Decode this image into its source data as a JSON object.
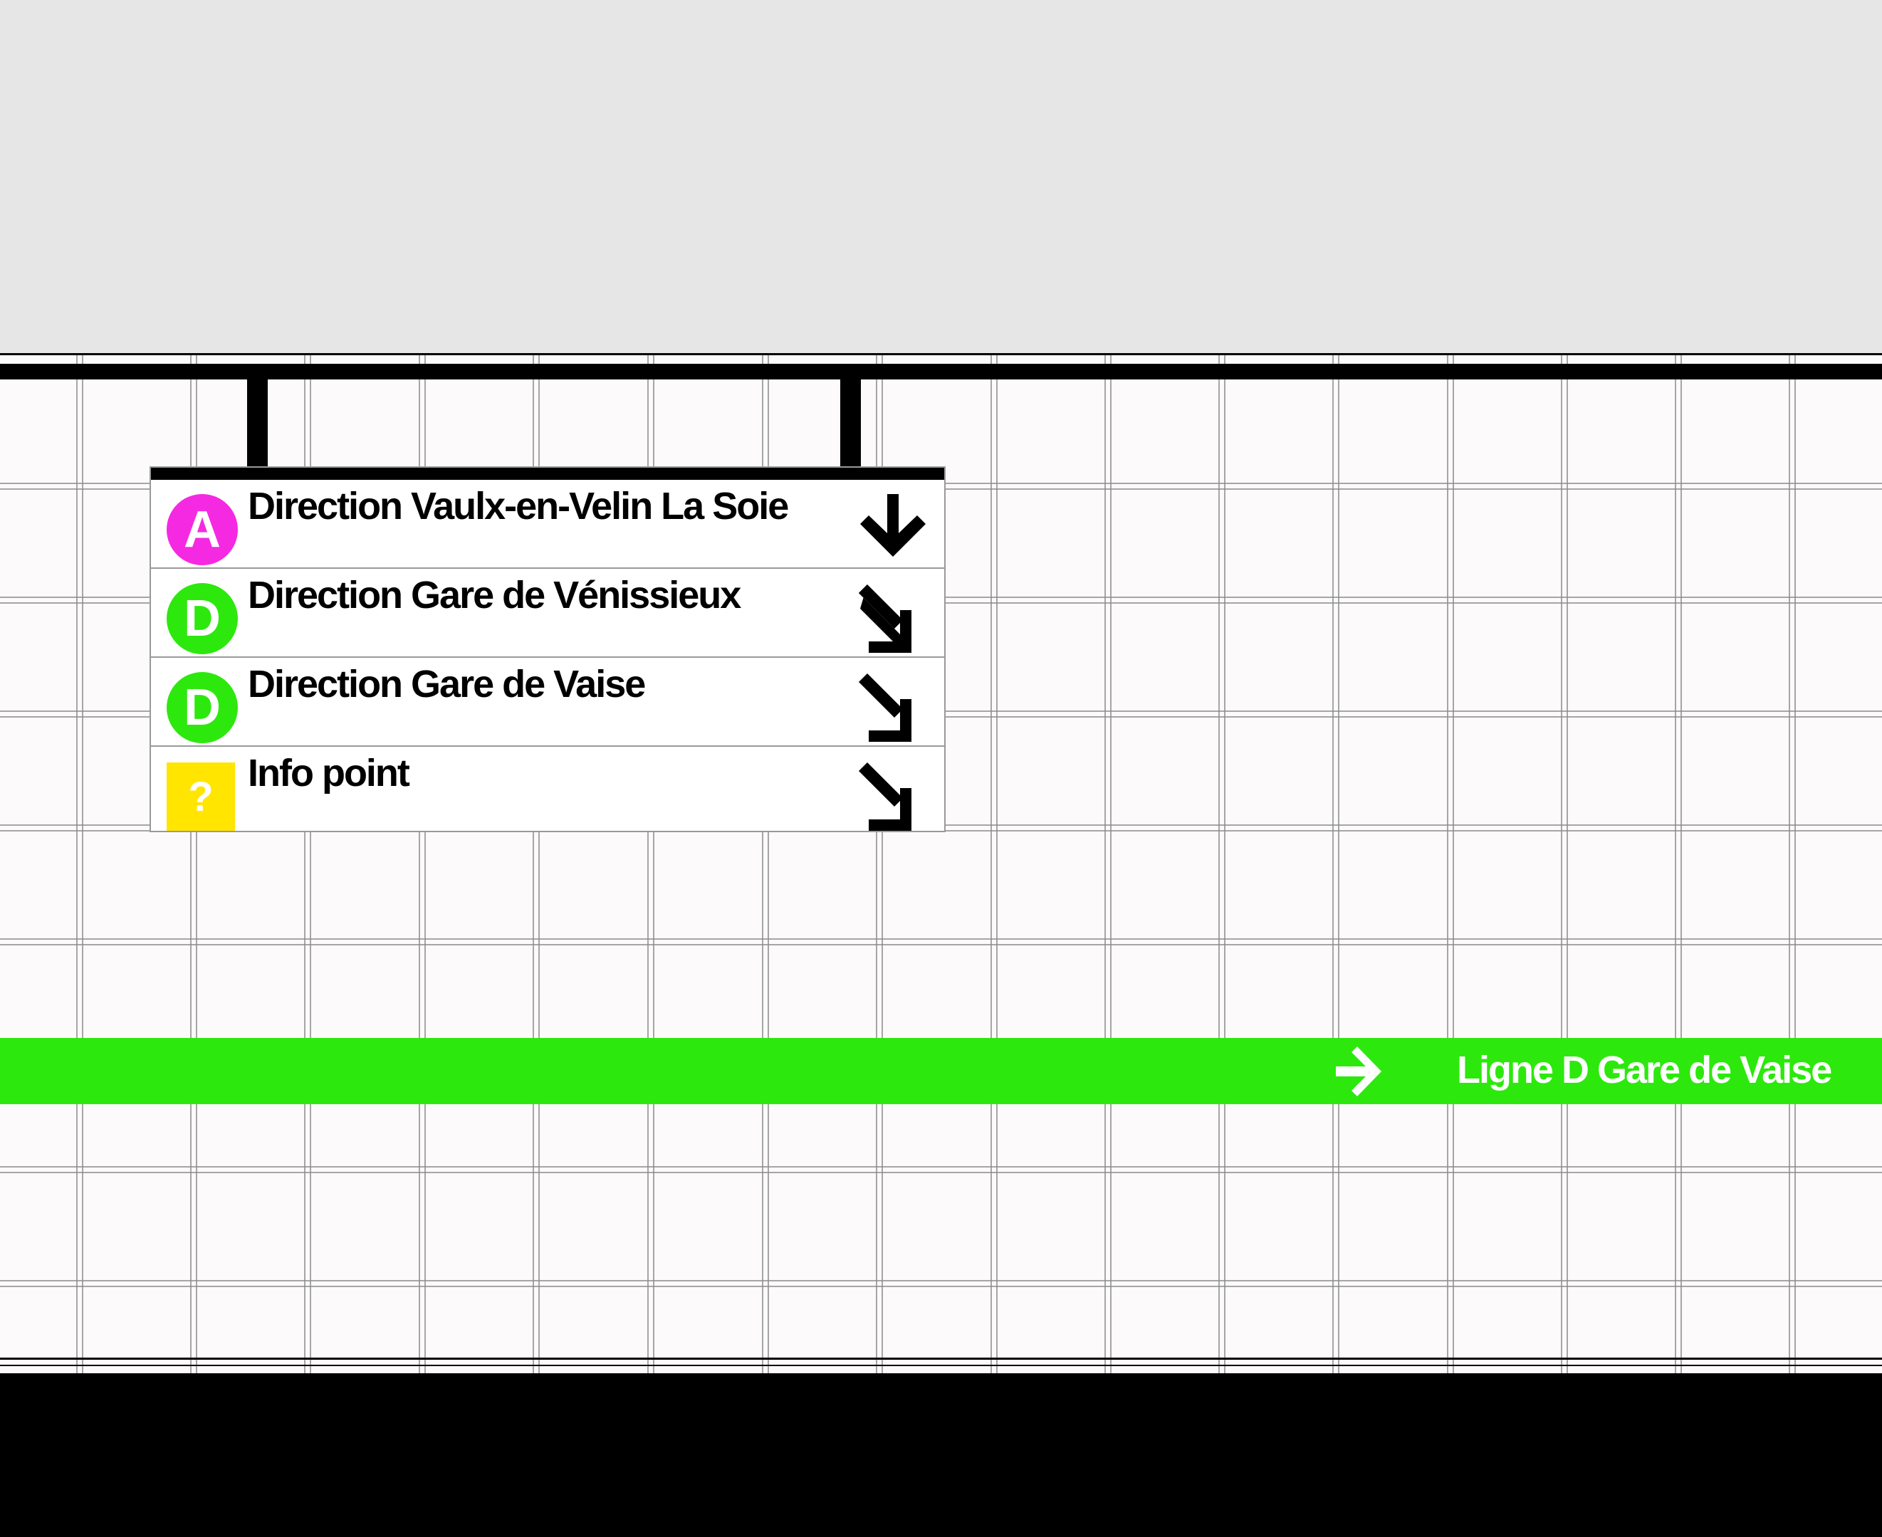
{
  "colors": {
    "line_a": "#f529e1",
    "line_d": "#2de80d",
    "info": "#ffe500",
    "band": "#2de80d",
    "ink": "#000000"
  },
  "sign": {
    "rows": [
      {
        "badge": "A",
        "label": "Direction Vaulx-en-Velin La Soie",
        "arrow": "arrow-down-icon"
      },
      {
        "badge": "D",
        "label": "Direction Gare de Vénissieux",
        "arrow": "arrow-down-right-icon"
      },
      {
        "badge": "D",
        "label": "Direction Gare de Vaise",
        "arrow": "arrow-down-right-icon"
      },
      {
        "badge": "?",
        "label": "Info point",
        "arrow": "arrow-down-right-icon"
      }
    ]
  },
  "band": {
    "label": "Ligne D Gare de Vaise",
    "arrow": "arrow-right-icon"
  }
}
